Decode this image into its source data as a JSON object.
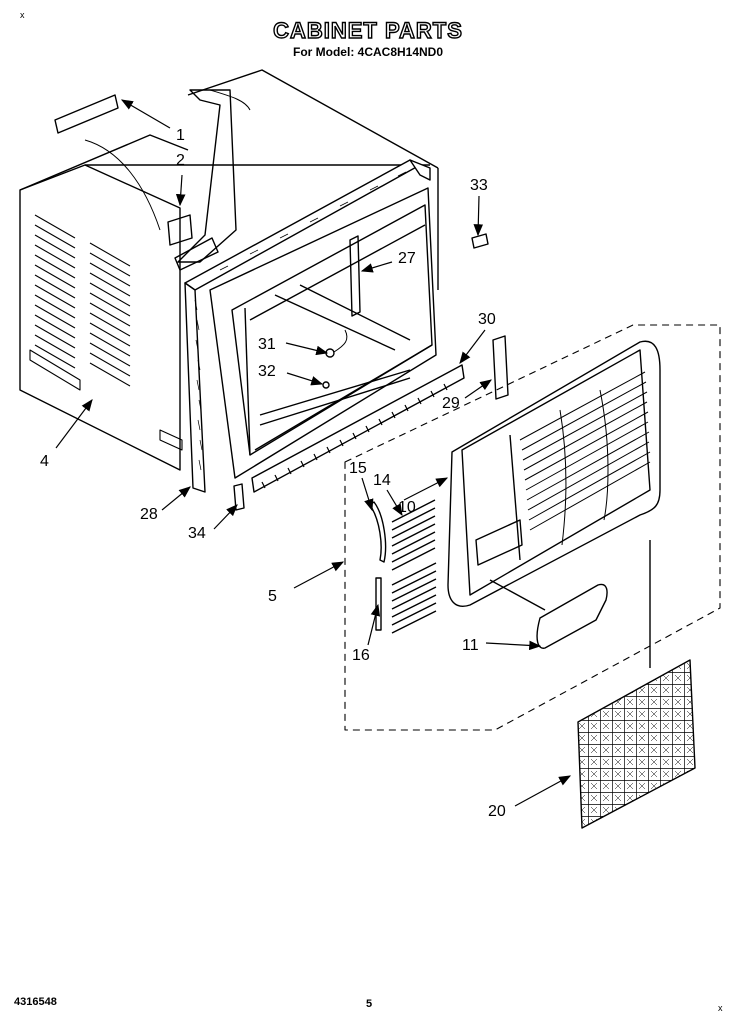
{
  "header": {
    "title": "CABINET PARTS",
    "subtitle": "For Model: 4CAC8H14ND0"
  },
  "corner_marks": {
    "top_left": "x",
    "bottom_right": "x"
  },
  "footer": {
    "doc_number": "4316548",
    "page_number": "5"
  },
  "callouts": [
    "1",
    "2",
    "4",
    "5",
    "10",
    "11",
    "14",
    "15",
    "16",
    "20",
    "27",
    "28",
    "29",
    "30",
    "31",
    "32",
    "33",
    "34"
  ]
}
